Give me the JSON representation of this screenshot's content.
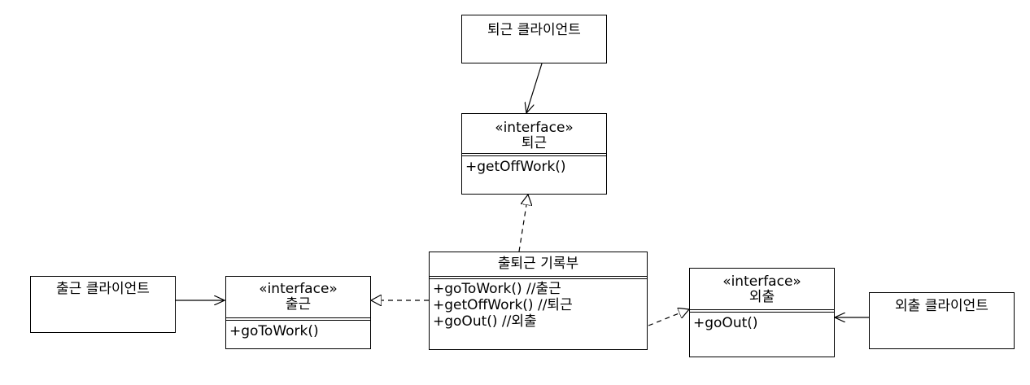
{
  "clients": {
    "leave": {
      "label": "퇴근 클라이언트"
    },
    "arrive": {
      "label": "출근 클라이언트"
    },
    "outing": {
      "label": "외출 클라이언트"
    }
  },
  "interfaces": {
    "leave": {
      "stereotype": "«interface»",
      "name": "퇴근",
      "operations": [
        "+getOffWork()"
      ]
    },
    "arrive": {
      "stereotype": "«interface»",
      "name": "출근",
      "operations": [
        "+goToWork()"
      ]
    },
    "outing": {
      "stereotype": "«interface»",
      "name": "외출",
      "operations": [
        "+goOut()"
      ]
    }
  },
  "recorder": {
    "name": "출퇴근 기록부",
    "operations": [
      "+goToWork() //출근",
      "+getOffWork() //퇴근",
      "+goOut() //외출"
    ]
  },
  "colors": {
    "line": "#000000",
    "background": "#ffffff"
  }
}
